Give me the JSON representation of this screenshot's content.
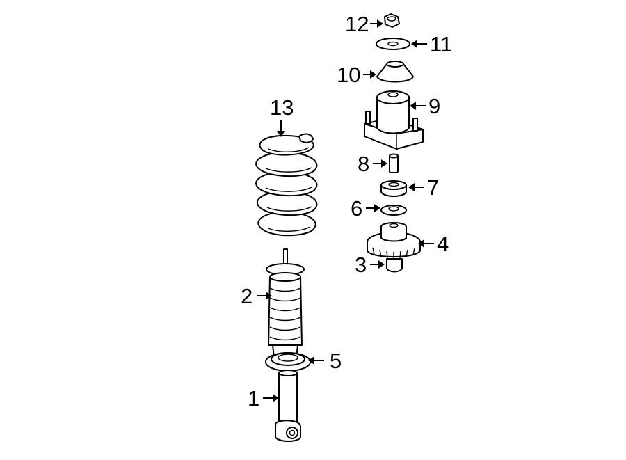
{
  "callouts": [
    {
      "id": "c1",
      "text": "1"
    },
    {
      "id": "c2",
      "text": "2"
    },
    {
      "id": "c3",
      "text": "3"
    },
    {
      "id": "c4",
      "text": "4"
    },
    {
      "id": "c5",
      "text": "5"
    },
    {
      "id": "c6",
      "text": "6"
    },
    {
      "id": "c7",
      "text": "7"
    },
    {
      "id": "c8",
      "text": "8"
    },
    {
      "id": "c9",
      "text": "9"
    },
    {
      "id": "c10",
      "text": "10"
    },
    {
      "id": "c11",
      "text": "11"
    },
    {
      "id": "c12",
      "text": "12"
    },
    {
      "id": "c13",
      "text": "13"
    }
  ]
}
